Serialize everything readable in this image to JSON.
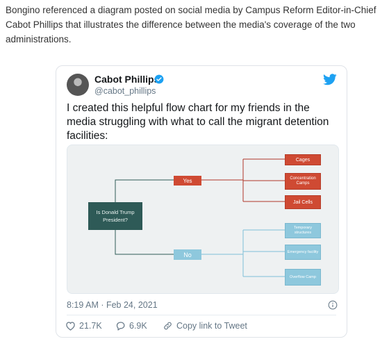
{
  "article": {
    "paragraph": "Bongino referenced a diagram posted on social media by Campus Reform Editor-in-Chief Cabot Phillips that illustrates the difference between the media's coverage of the two administrations."
  },
  "tweet": {
    "author_name": "Cabot Phillips",
    "author_handle": "@cabot_phillips",
    "text": "I created this helpful flow chart for my friends in the media struggling with what to call the migrant detention facilities:",
    "timestamp": "8:19 AM · Feb 24, 2021",
    "likes": "21.7K",
    "replies": "6.9K",
    "share_label": "Copy link to Tweet"
  },
  "flowchart": {
    "question": "Is Donald Trump President?",
    "yes_label": "Yes",
    "no_label": "No",
    "yes_outcomes": [
      "Cages",
      "Concentration Camps",
      "Jail Cells"
    ],
    "no_outcomes": [
      "Temporary structures",
      "Emergency facility",
      "Overflow Camp"
    ],
    "colors": {
      "question": "#2e5a57",
      "yes": "#cf4a33",
      "no": "#8ec8dd",
      "connector_yes": "#b0382a",
      "connector_no": "#7fc0d8"
    }
  },
  "icons": [
    "verified-badge-icon",
    "twitter-bird-icon",
    "info-icon",
    "heart-icon",
    "reply-bubble-icon",
    "link-icon"
  ]
}
